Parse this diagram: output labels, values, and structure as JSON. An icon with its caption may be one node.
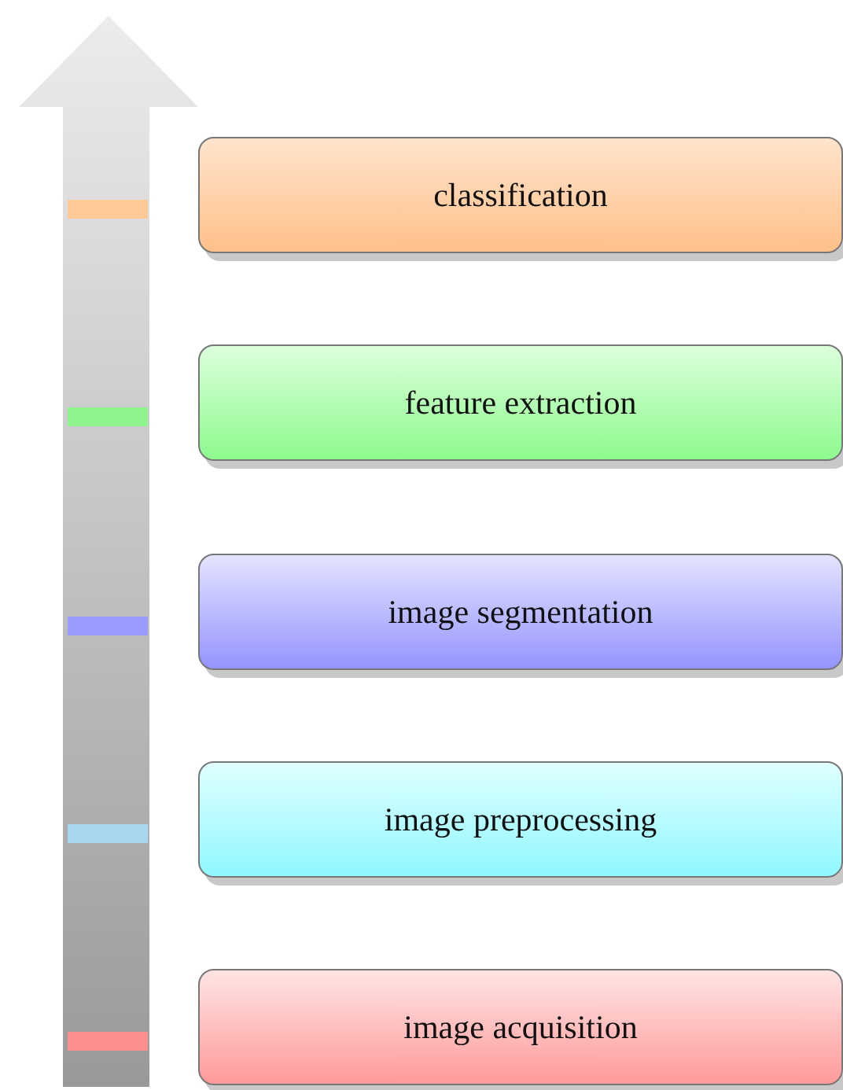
{
  "diagram": {
    "nodes": [
      {
        "text": [
          "classification"
        ]
      },
      {
        "text": [
          "feature extraction"
        ]
      },
      {
        "text": [
          "image segmentation"
        ]
      },
      {
        "text": [
          "image preprocessing"
        ]
      },
      {
        "text": [
          "image acquisition"
        ]
      }
    ]
  }
}
